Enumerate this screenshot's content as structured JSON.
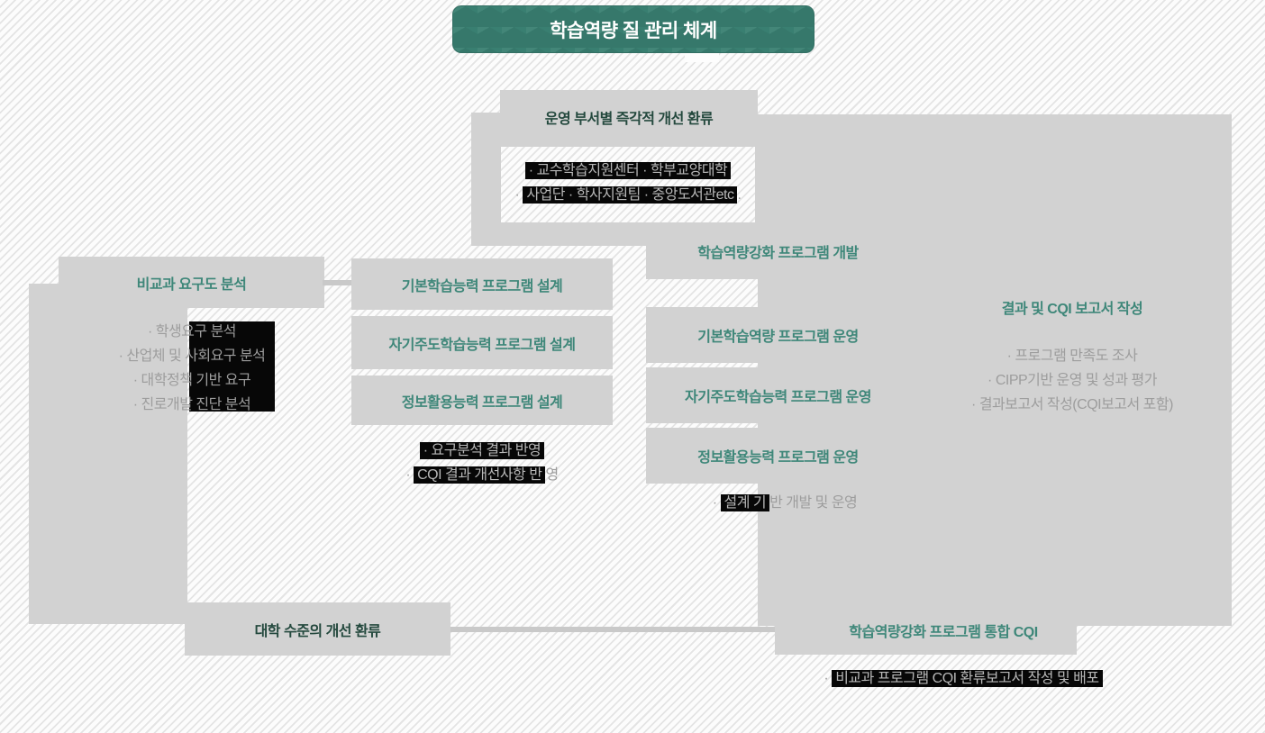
{
  "title": "학습역량 질 관리 체계",
  "colors": {
    "banner_bg": "#397f71",
    "box_gray": "#d2d2d2",
    "teal_header": "#3e8779",
    "dark_header": "#24493e",
    "body_text_gray": "#9d9d9d",
    "text_on_black": "#b7b7b7",
    "highlight_black": "#070707"
  },
  "operational_feedback": {
    "title": "운영 부서별 즉각적 개선 환류",
    "line1": "· 교수학습지원센터 · 학부교양대학",
    "line2_prefix": "· ",
    "line2_black": "사업단 · 학사지원팀 · 중앙도서관etc",
    "line2_suffix": "."
  },
  "needs_analysis": {
    "title": "비교과 요구도 분석",
    "items": [
      "· 학생요구 분석",
      "· 산업체 및 사회요구 분석",
      "· 대학정책 기반 요구",
      "· 진로개발 진단 분석"
    ]
  },
  "design": {
    "boxes": [
      "기본학습능력 프로그램 설계",
      "자기주도학습능력 프로그램 설계",
      "정보활용능력 프로그램 설계"
    ],
    "note1": "· 요구분석 결과 반영",
    "note2_prefix": "· ",
    "note2_black": "CQI 결과 개선사항 반",
    "note2_suffix": "영"
  },
  "operation": {
    "dev_title": "학습역량강화 프로그램 개발",
    "boxes": [
      "기본학습역량 프로그램 운영",
      "자기주도학습능력 프로그램 운영",
      "정보활용능력 프로그램 운영"
    ],
    "note_prefix": "· ",
    "note_black": "설계 기",
    "note_suffix": "반 개발 및 운영"
  },
  "report": {
    "title": "결과 및 CQI 보고서 작성",
    "items": [
      "· 프로그램 만족도 조사",
      "· CIPP기반 운영 및 성과 평가",
      "· 결과보고서 작성(CQI보고서 포함)"
    ]
  },
  "university_feedback": {
    "title": "대학 수준의 개선 환류"
  },
  "integrated_cqi": {
    "title": "학습역량강화 프로그램 통합 CQI",
    "note_prefix": "· ",
    "note_black": "비교과 프로그램 CQI 환류보고서 작성 및 배포"
  }
}
